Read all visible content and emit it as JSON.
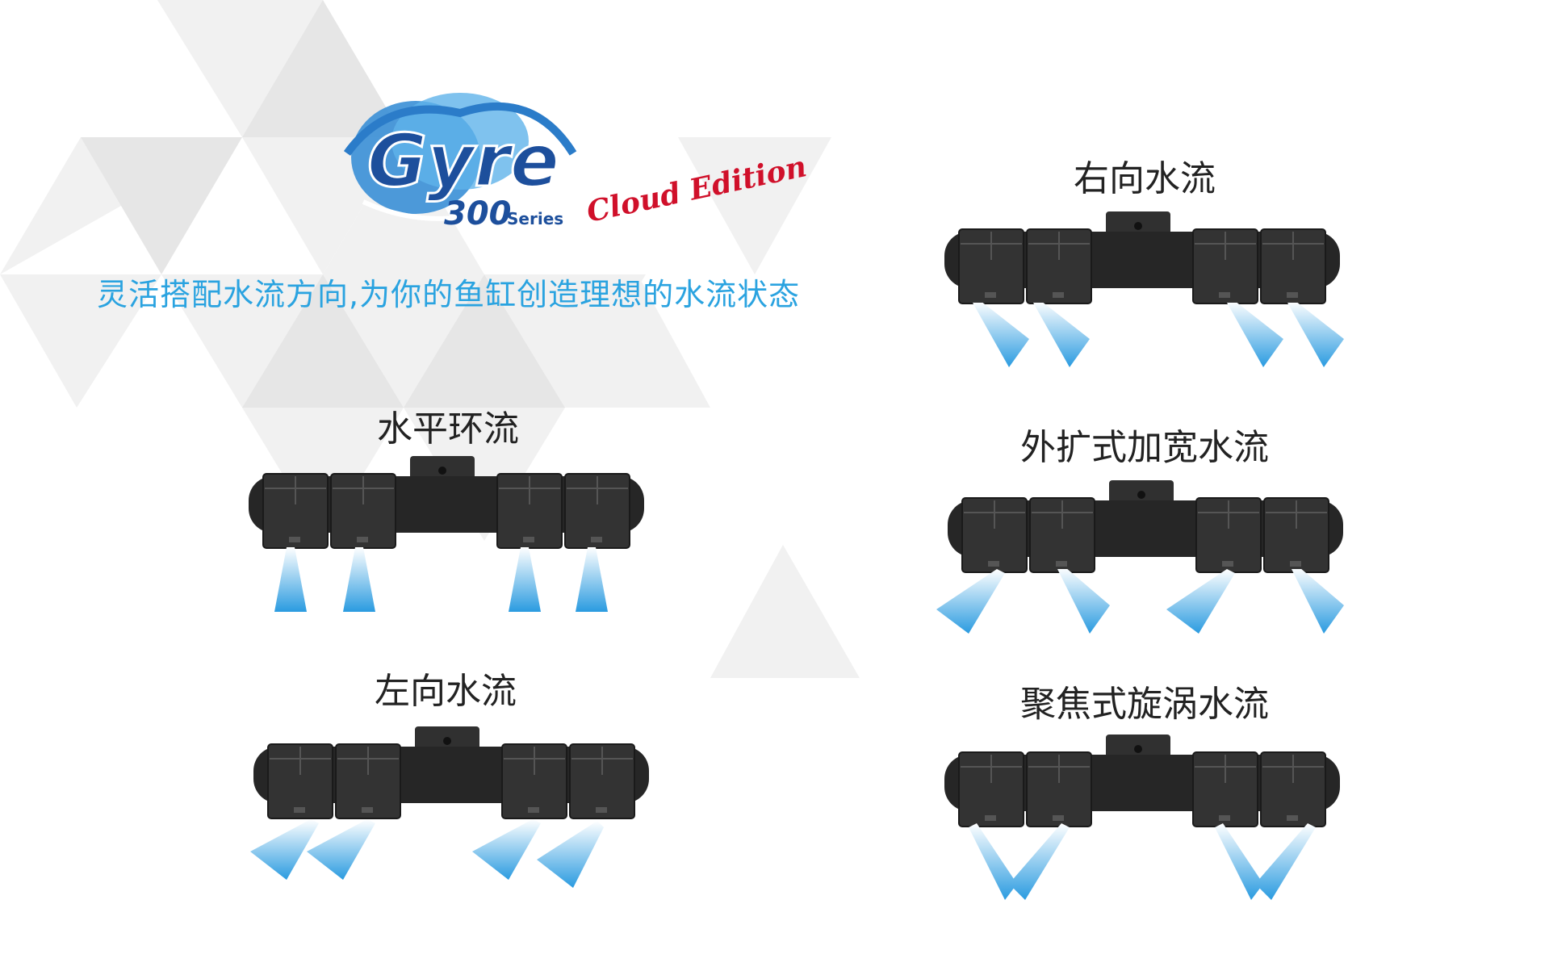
{
  "brand": {
    "logo_word": "Gyre",
    "logo_number": "300",
    "logo_series": "Series",
    "edition": "Cloud Edition"
  },
  "tagline": "灵活搭配水流方向,为你的鱼缸创造理想的水流状态",
  "modes": [
    {
      "id": "horizontal",
      "title": "水平环流",
      "jet_direction": "down"
    },
    {
      "id": "left",
      "title": "左向水流",
      "jet_direction": "left"
    },
    {
      "id": "right",
      "title": "右向水流",
      "jet_direction": "right"
    },
    {
      "id": "expand",
      "title": "外扩式加宽水流",
      "jet_direction": "outward"
    },
    {
      "id": "focus",
      "title": "聚焦式旋涡水流",
      "jet_direction": "converge"
    }
  ],
  "colors": {
    "accent_blue": "#2aa3e0",
    "edition_red": "#d0102a",
    "logo_blue": "#1d4f9c",
    "pump_body": "#2b2b2b",
    "bg_triangle": "#efefef"
  }
}
